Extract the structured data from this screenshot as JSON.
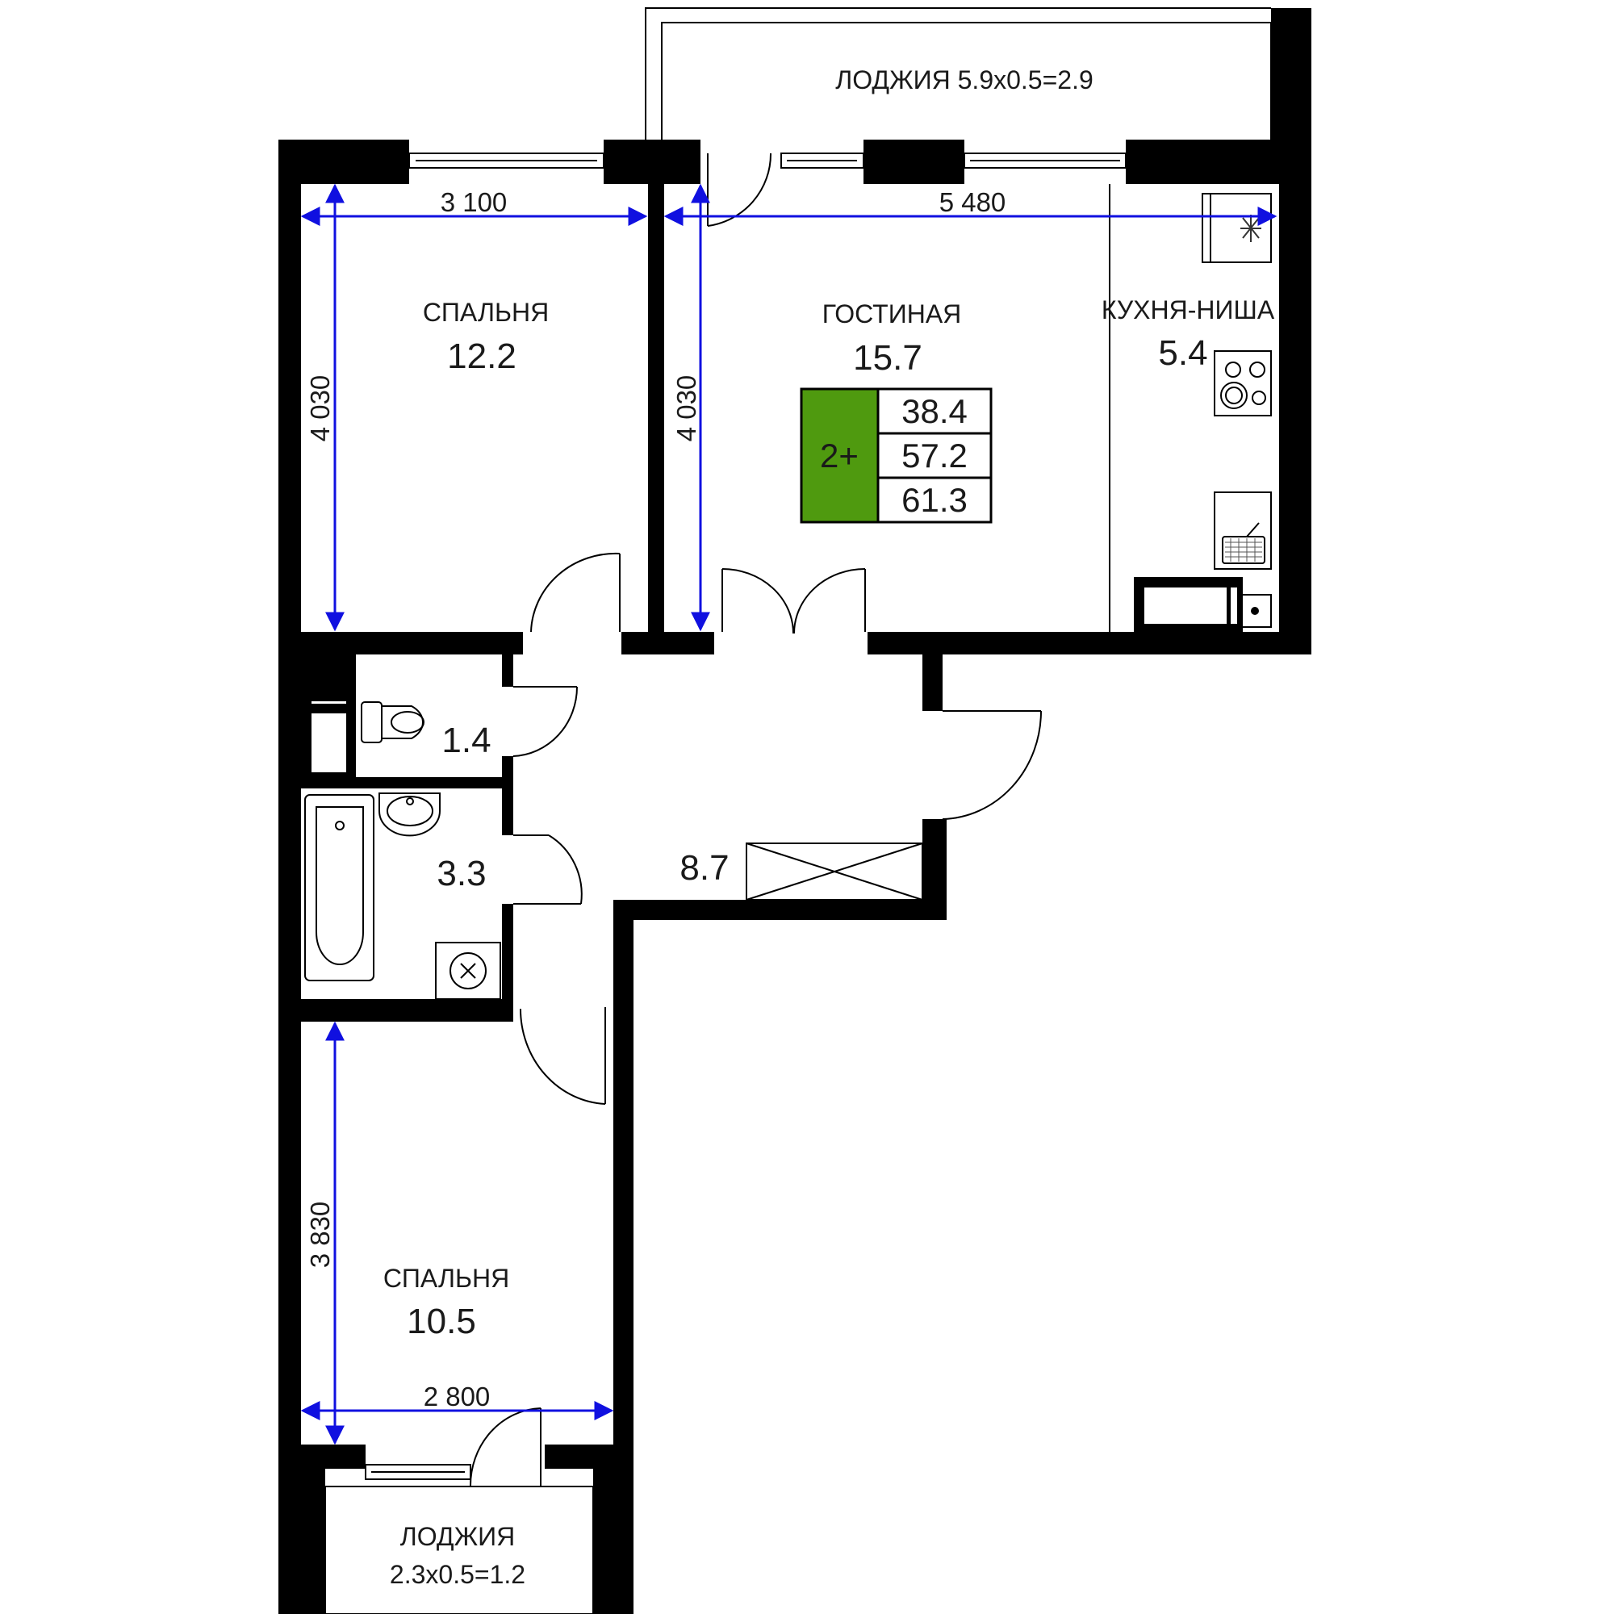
{
  "rooms": {
    "bedroom1": {
      "name": "СПАЛЬНЯ",
      "area": "12.2"
    },
    "living": {
      "name": "ГОСТИНАЯ",
      "area": "15.7"
    },
    "kitchen": {
      "name": "КУХНЯ-НИША",
      "area": "5.4"
    },
    "wc": {
      "area": "1.4"
    },
    "bathroom": {
      "area": "3.3"
    },
    "hall": {
      "area": "8.7"
    },
    "bedroom2": {
      "name": "СПАЛЬНЯ",
      "area": "10.5"
    },
    "loggia_top": {
      "name": "ЛОДЖИЯ 5.9x0.5=2.9"
    },
    "loggia_bottom": {
      "name": "ЛОДЖИЯ",
      "size": "2.3x0.5=1.2"
    }
  },
  "dimensions": {
    "bedroom1_width": "3 100",
    "bedroom1_depth": "4 030",
    "living_width": "5 480",
    "living_depth": "4 030",
    "bedroom2_depth": "3 830",
    "bedroom2_width": "2 800"
  },
  "badge": {
    "rooms": "2+",
    "living_area": "38.4",
    "total_area": "57.2",
    "total_with_loggias": "61.3"
  },
  "colors": {
    "wall": "#000000",
    "dimension": "#1010e0",
    "badge_green": "#4f9a0f"
  },
  "icons": [
    "fridge-icon",
    "stove-icon",
    "sink-icon",
    "toilet-icon",
    "bathtub-icon",
    "washbasin-icon",
    "washing-machine-icon",
    "boiler-icon",
    "wardrobe-icon"
  ]
}
